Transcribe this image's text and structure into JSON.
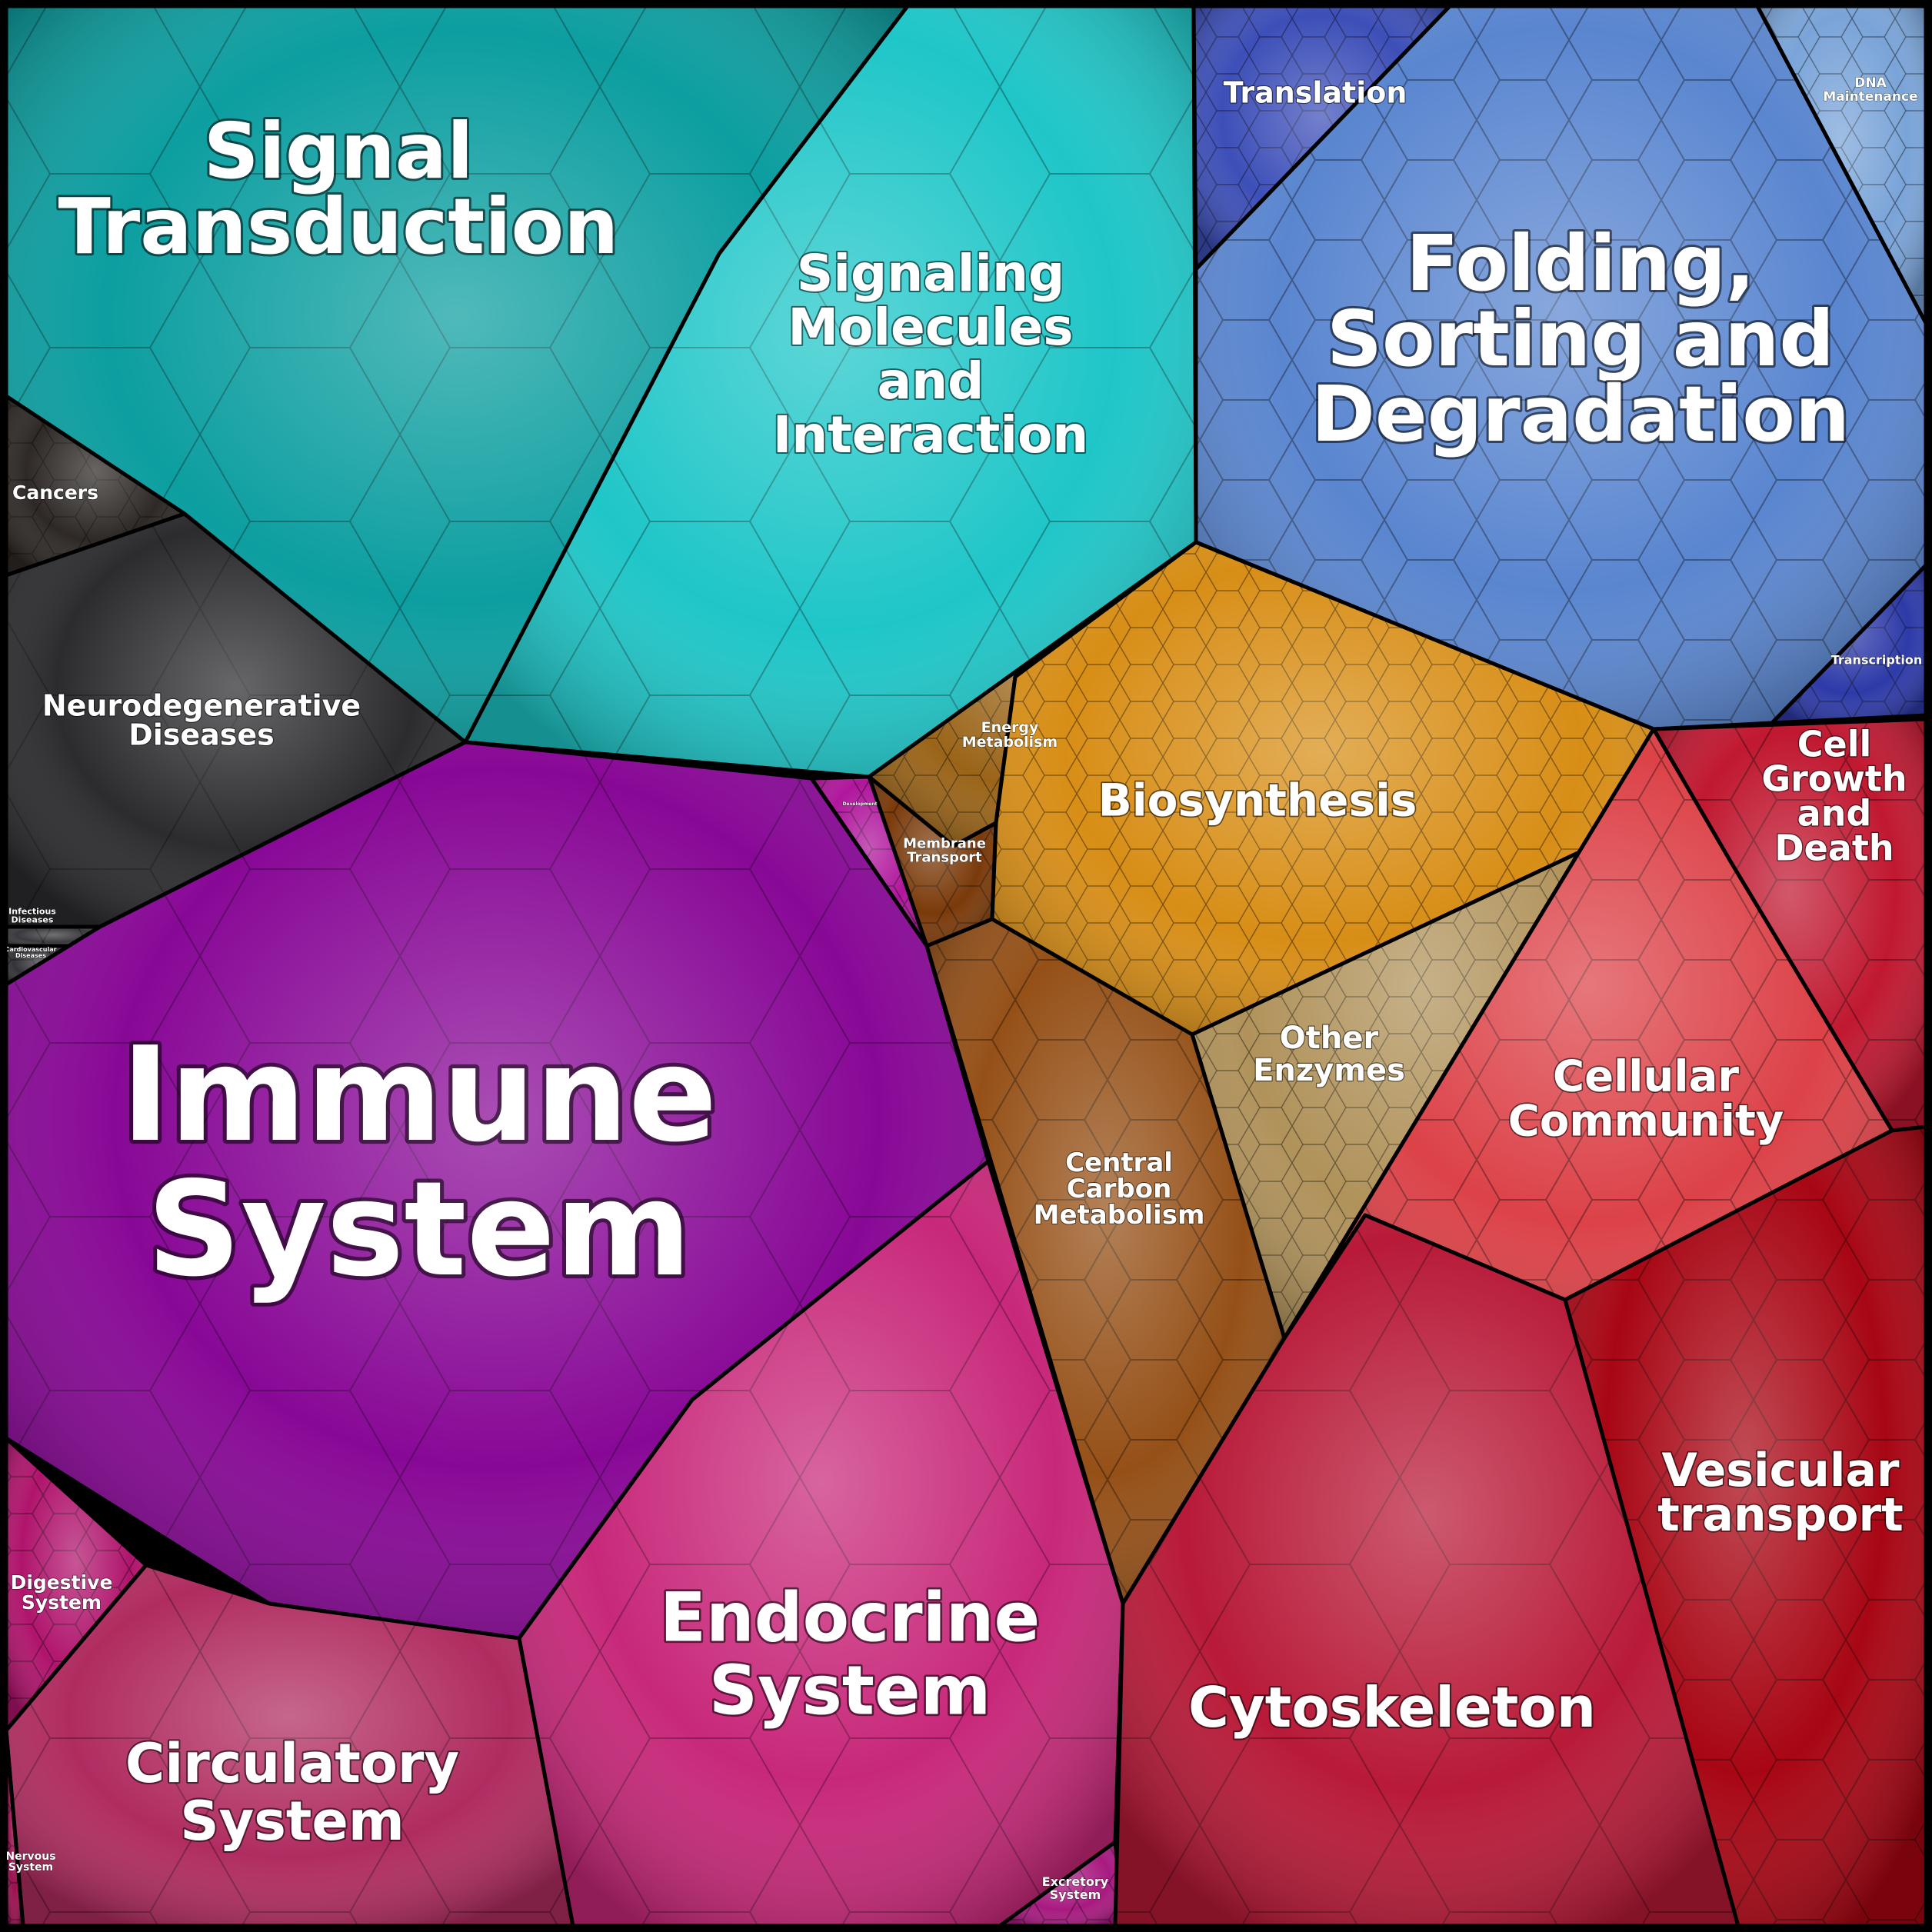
{
  "diagram": {
    "regions": [
      {
        "id": "signal-transduction",
        "lines": [
          "Signal",
          "Transduction"
        ],
        "color": "#0c9ea0"
      },
      {
        "id": "signaling-molecules",
        "lines": [
          "Signaling",
          "Molecules",
          "and",
          "Interaction"
        ],
        "color": "#1fc6c8"
      },
      {
        "id": "translation",
        "lines": [
          "Translation"
        ],
        "color": "#3d4fb8"
      },
      {
        "id": "folding-sorting",
        "lines": [
          "Folding,",
          "Sorting and",
          "Degradation"
        ],
        "color": "#5a86d0"
      },
      {
        "id": "dna-maintenance",
        "lines": [
          "DNA",
          "Maintenance"
        ],
        "color": "#7aa4d8"
      },
      {
        "id": "transcription",
        "lines": [
          "Transcription"
        ],
        "color": "#2d3aa8"
      },
      {
        "id": "cancers",
        "lines": [
          "Cancers"
        ],
        "color": "#2e2926"
      },
      {
        "id": "neurodegenerative",
        "lines": [
          "Neurodegenerative",
          "Diseases"
        ],
        "color": "#2c2b2e"
      },
      {
        "id": "infectious",
        "lines": [
          "Infectious",
          "Diseases"
        ],
        "color": "#3a3a3e"
      },
      {
        "id": "cardiovascular",
        "lines": [
          "Cardiovascular",
          "Diseases"
        ],
        "color": "#343438"
      },
      {
        "id": "energy-metabolism",
        "lines": [
          "Energy",
          "Metabolism"
        ],
        "color": "#9a6418"
      },
      {
        "id": "membrane-transport",
        "lines": [
          "Membrane",
          "Transport"
        ],
        "color": "#7a3a0a"
      },
      {
        "id": "biosynthesis",
        "lines": [
          "Biosynthesis"
        ],
        "color": "#d88e16"
      },
      {
        "id": "other-enzymes",
        "lines": [
          "Other",
          "Enzymes"
        ],
        "color": "#b0925a"
      },
      {
        "id": "central-carbon",
        "lines": [
          "Central",
          "Carbon",
          "Metabolism"
        ],
        "color": "#955017"
      },
      {
        "id": "development",
        "lines": [
          "Development"
        ],
        "color": "#b0169c"
      },
      {
        "id": "immune-system",
        "lines": [
          "Immune",
          "System"
        ],
        "color": "#880896"
      },
      {
        "id": "digestive-system",
        "lines": [
          "Digestive",
          "System"
        ],
        "color": "#b0146c"
      },
      {
        "id": "circulatory-system",
        "lines": [
          "Circulatory",
          "System"
        ],
        "color": "#b02c60"
      },
      {
        "id": "nervous-system",
        "lines": [
          "Nervous",
          "System"
        ],
        "color": "#9a1250"
      },
      {
        "id": "endocrine-system",
        "lines": [
          "Endocrine",
          "System"
        ],
        "color": "#c8287a"
      },
      {
        "id": "excretory-system",
        "lines": [
          "Excretory",
          "System"
        ],
        "color": "#a81a80"
      },
      {
        "id": "cell-growth",
        "lines": [
          "Cell",
          "Growth",
          "and",
          "Death"
        ],
        "color": "#c01830"
      },
      {
        "id": "cellular-community",
        "lines": [
          "Cellular",
          "Community"
        ],
        "color": "#dc4248"
      },
      {
        "id": "cytoskeleton",
        "lines": [
          "Cytoskeleton"
        ],
        "color": "#b81a38"
      },
      {
        "id": "vesicular-transport",
        "lines": [
          "Vesicular",
          "transport"
        ],
        "color": "#a80614"
      }
    ]
  }
}
